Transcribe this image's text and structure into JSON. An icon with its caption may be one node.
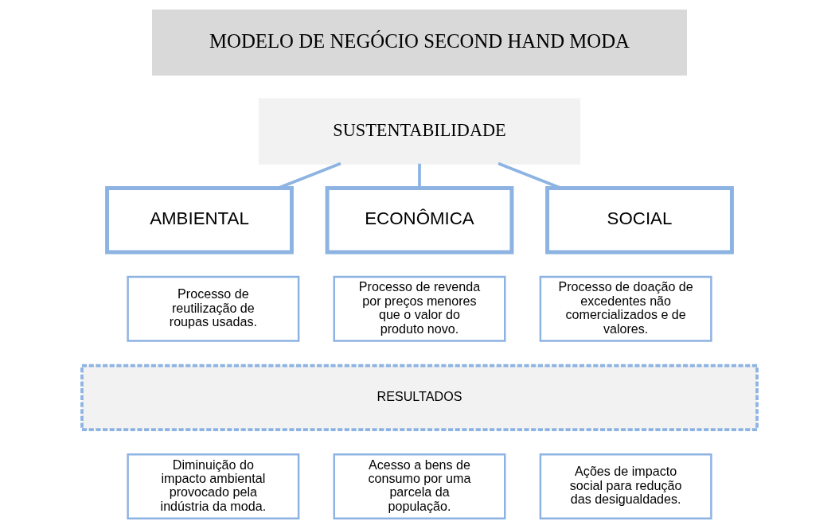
{
  "diagram": {
    "nodes": [
      {
        "text": [
          "MODELO DE NEGÓCIO SECOND HAND MODA"
        ]
      },
      {
        "text": [
          "SUSTENTABILIDADE"
        ]
      },
      {
        "text": [
          "AMBIENTAL"
        ]
      },
      {
        "text": [
          "ECONÔMICA"
        ]
      },
      {
        "text": [
          "SOCIAL"
        ]
      },
      {
        "text": [
          "Processo de reutilização de roupas usadas."
        ]
      },
      {
        "text": [
          "Processo de revenda por preços menores que o valor do produto novo."
        ]
      },
      {
        "text": [
          "Processo de doação de excedentes não comercializados e de valores."
        ]
      },
      {
        "text": [
          "RESULTADOS"
        ]
      },
      {
        "text": [
          "Diminuição do impacto ambiental provocado pela indústria da moda."
        ]
      },
      {
        "text": [
          "Acesso a bens de consumo por uma parcela da população."
        ]
      },
      {
        "text": [
          "Ações de impacto social para redução das desigualdades."
        ]
      }
    ],
    "edges": [
      {
        "from": 1,
        "to": 2,
        "arrow": "none"
      },
      {
        "from": 1,
        "to": 3,
        "arrow": "none"
      },
      {
        "from": 1,
        "to": 4,
        "arrow": "none"
      }
    ]
  }
}
